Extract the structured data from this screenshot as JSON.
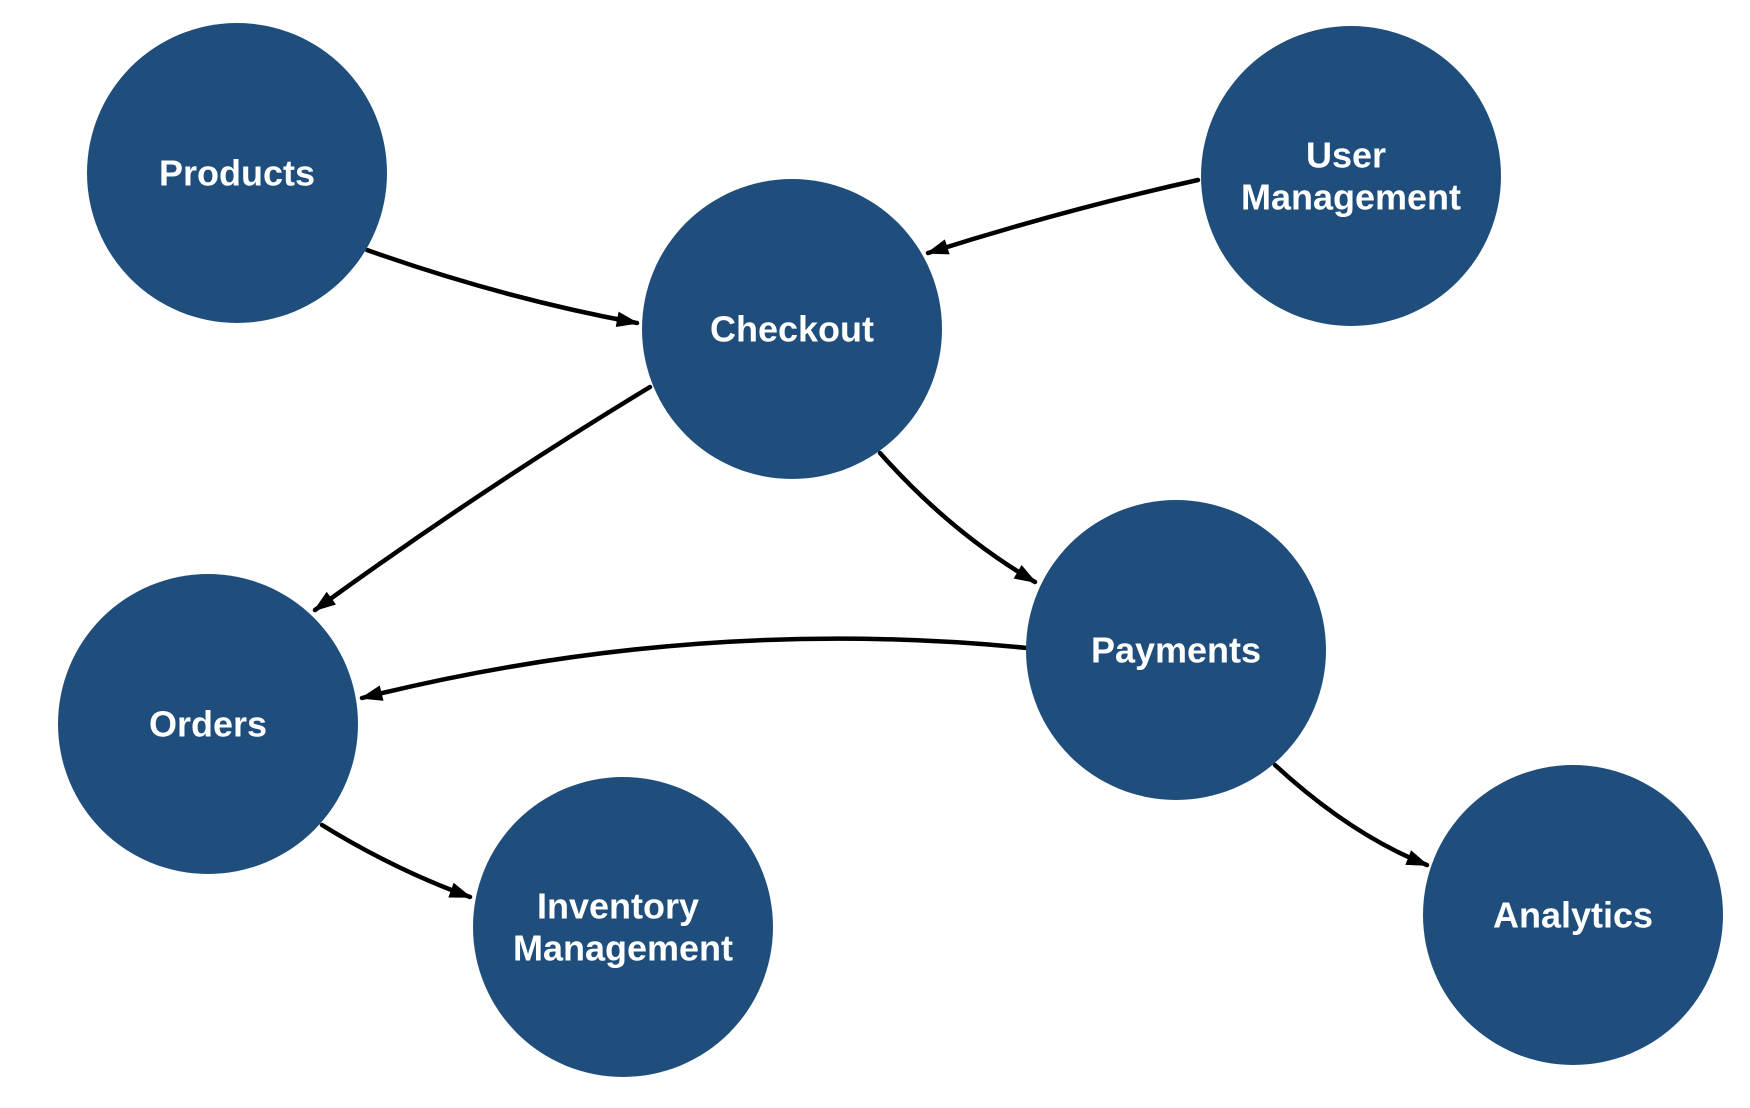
{
  "diagram": {
    "type": "node-link-graph",
    "colors": {
      "background": "#ffffff",
      "node_fill": "#204e7c",
      "node_text": "#ffffff",
      "edge": "#000000"
    },
    "nodes": {
      "products": {
        "label": "Products"
      },
      "user_management": {
        "line1": "User",
        "line2": "Management"
      },
      "checkout": {
        "label": "Checkout"
      },
      "payments": {
        "label": "Payments"
      },
      "orders": {
        "label": "Orders"
      },
      "inventory_management": {
        "line1": "Inventory",
        "line2": "Management"
      },
      "analytics": {
        "label": "Analytics"
      }
    },
    "edges": [
      {
        "from": "Products",
        "to": "Checkout"
      },
      {
        "from": "User Management",
        "to": "Checkout"
      },
      {
        "from": "Checkout",
        "to": "Orders"
      },
      {
        "from": "Checkout",
        "to": "Payments"
      },
      {
        "from": "Payments",
        "to": "Orders"
      },
      {
        "from": "Orders",
        "to": "Inventory Management"
      },
      {
        "from": "Payments",
        "to": "Analytics"
      }
    ]
  }
}
